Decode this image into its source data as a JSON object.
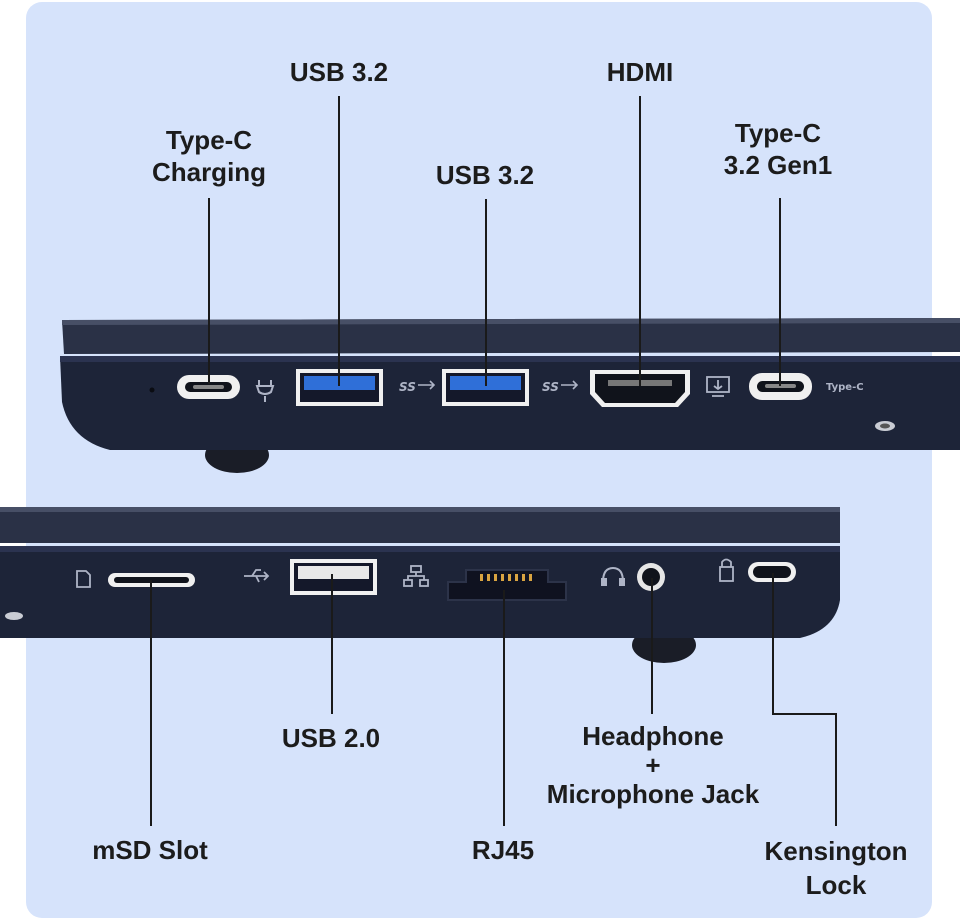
{
  "labels": {
    "typec_charging": [
      "Type-C",
      "Charging"
    ],
    "usb32_a": "USB 3.2",
    "usb32_b": "USB 3.2",
    "hdmi": "HDMI",
    "typec_gen1": [
      "Type-C",
      "3.2 Gen1"
    ],
    "usb20": "USB 2.0",
    "msd": "mSD Slot",
    "rj45": "RJ45",
    "headphone": [
      "Headphone",
      "+",
      "Microphone Jack"
    ],
    "kensington": [
      "Kensington",
      "Lock"
    ]
  },
  "port_marks": {
    "ss_a": "SS",
    "ss_b": "SS",
    "typec_text": "Type-C"
  },
  "colors": {
    "panel": "#d6e3fb",
    "chassis": "#1d2438",
    "lid": "#2a3146",
    "usb3_blue": "#2f6fd8",
    "usb2_white": "#f2f2f2"
  }
}
